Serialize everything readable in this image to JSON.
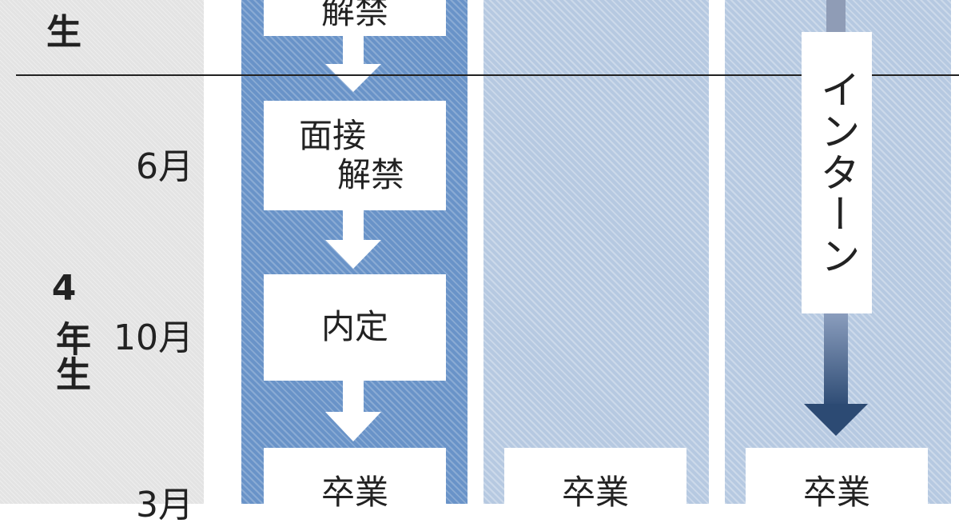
{
  "year_labels": {
    "third_partial": "生",
    "fourth_number": "4",
    "fourth_chars": "年生"
  },
  "months": {
    "m6": "6月",
    "m10": "10月",
    "m3": "3月"
  },
  "column_a": {
    "top_box": "解禁",
    "interview_line1": "面接",
    "interview_line2": "解禁",
    "offer": "内定",
    "graduation": "卒業"
  },
  "column_b": {
    "graduation": "卒業"
  },
  "column_c": {
    "internship": "インターン",
    "graduation": "卒業"
  },
  "colors": {
    "column_a": "#6993c8",
    "column_bc": "#b6c9e1",
    "arrow_dark": "#2c4a73",
    "left_band": "#e3e3e3"
  }
}
